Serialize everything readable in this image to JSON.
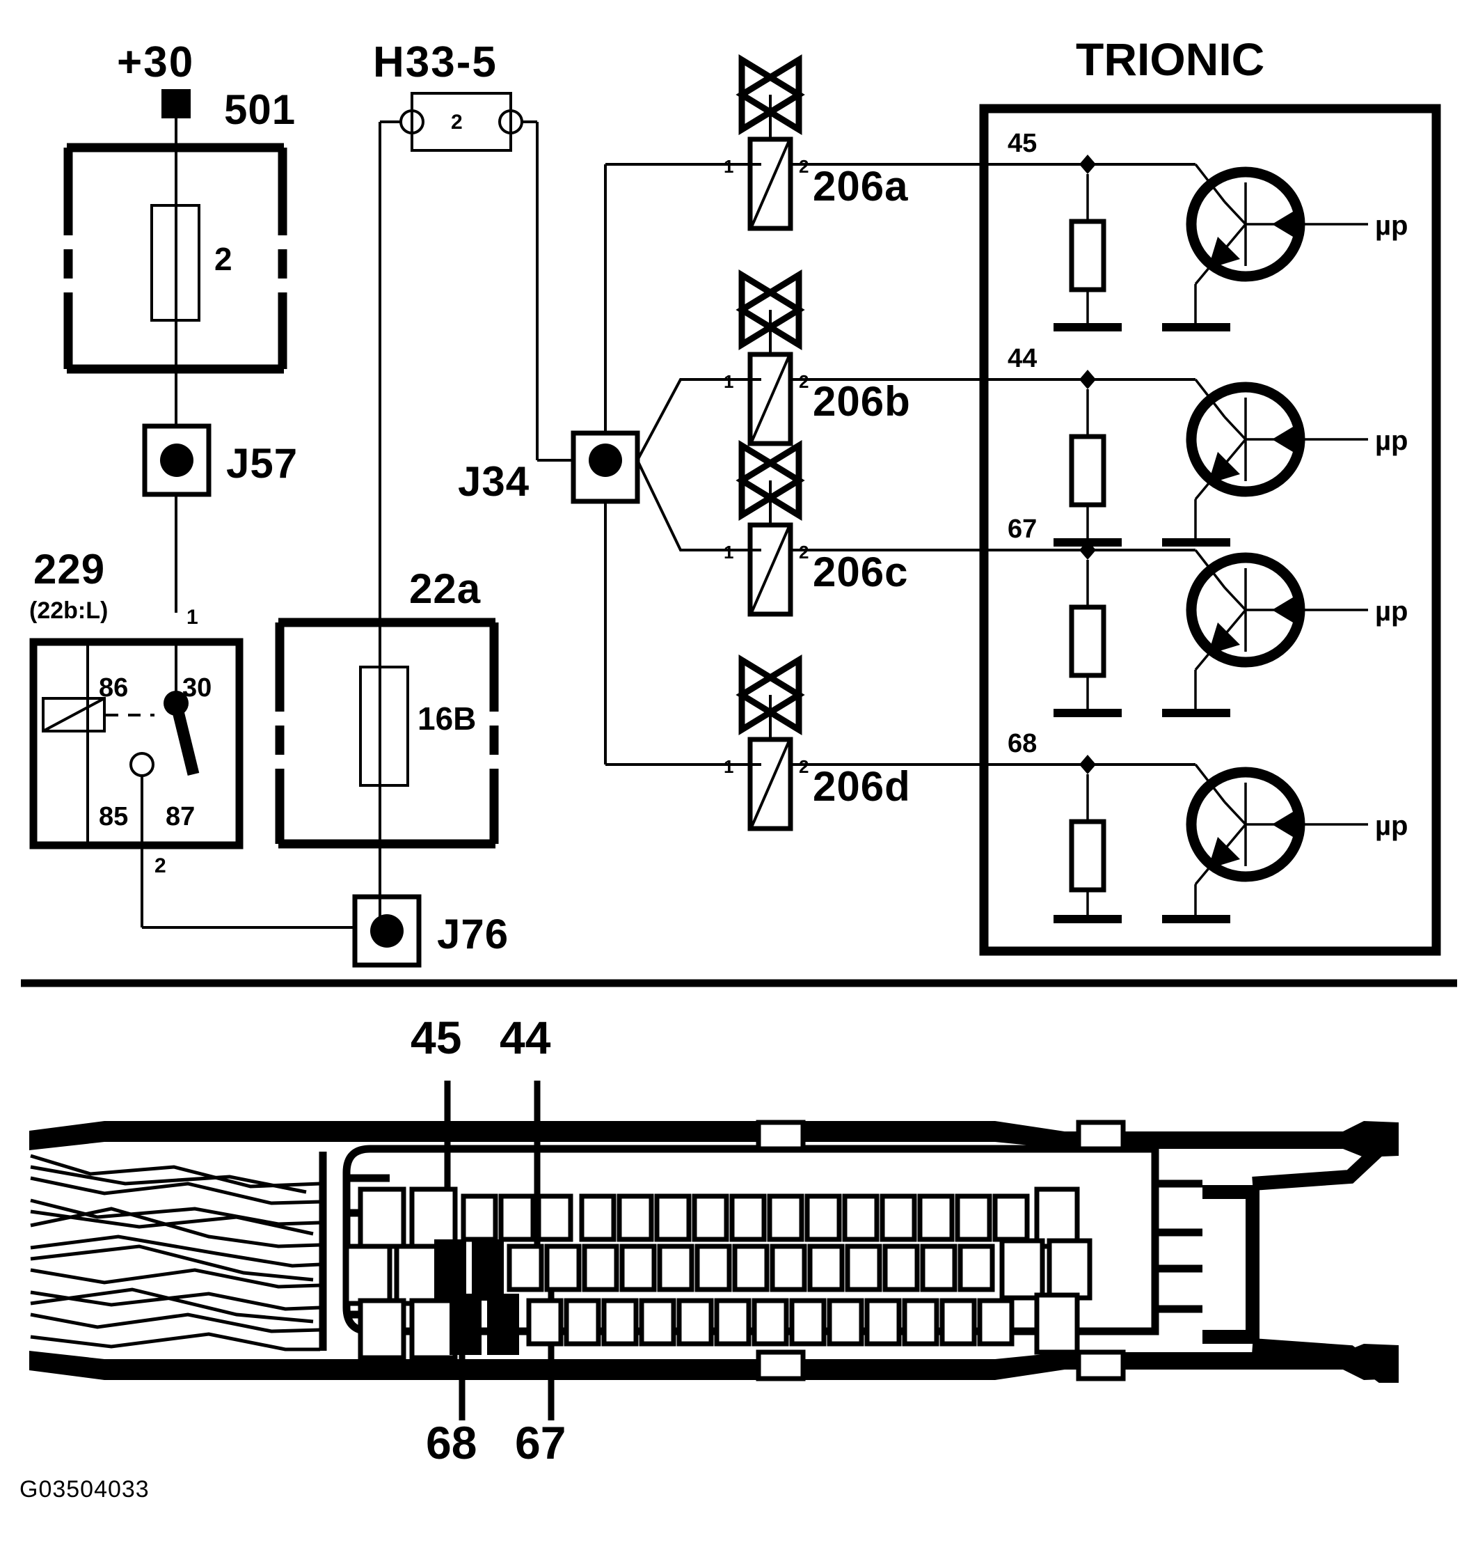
{
  "diagram": {
    "title_block": "TRIONIC",
    "drawing_code": "G03504033",
    "power_label": "+30",
    "fuse_box_501": {
      "name": "501",
      "fuse_label": "2"
    },
    "connector_h33": {
      "name": "H33-5",
      "pin_label": "2"
    },
    "relay_229": {
      "name": "229",
      "subname": "(22b:L)",
      "terminals": {
        "t86": "86",
        "t30": "30",
        "t85": "85",
        "t87": "87"
      },
      "wire_in_label": "1",
      "wire_out_label": "2"
    },
    "fuse_box_22a": {
      "name": "22a",
      "fuse_label": "16B"
    },
    "splices": [
      {
        "name": "J57"
      },
      {
        "name": "J34"
      },
      {
        "name": "J76"
      }
    ],
    "injectors": [
      {
        "name": "206a",
        "pin_left": "1",
        "pin_right": "2"
      },
      {
        "name": "206b",
        "pin_left": "1",
        "pin_right": "2"
      },
      {
        "name": "206c",
        "pin_left": "1",
        "pin_right": "2"
      },
      {
        "name": "206d",
        "pin_left": "1",
        "pin_right": "2"
      }
    ],
    "ecu_pins": [
      {
        "number": "45",
        "driver_label": "µp"
      },
      {
        "number": "44",
        "driver_label": "µp"
      },
      {
        "number": "67",
        "driver_label": "µp"
      },
      {
        "number": "68",
        "driver_label": "µp"
      }
    ],
    "connector_callouts": {
      "top": [
        "45",
        "44"
      ],
      "bottom": [
        "68",
        "67"
      ]
    }
  }
}
